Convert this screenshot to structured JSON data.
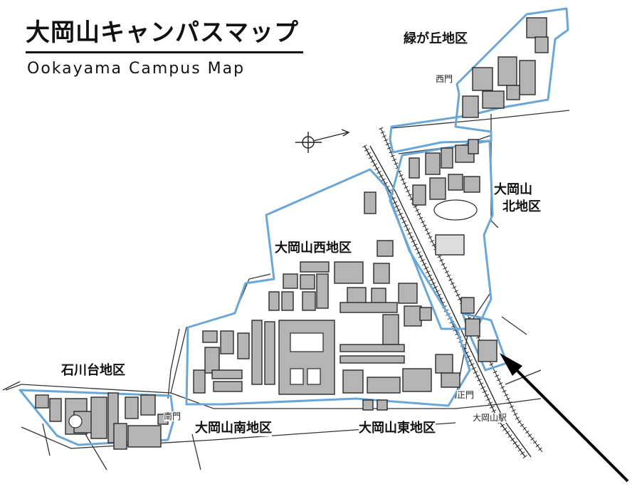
{
  "title": {
    "japanese": "大岡山キャンパスマップ",
    "english": "Ookayama Campus Map"
  },
  "districts": {
    "midorigaoka": "緑が丘地区",
    "north_line1": "大岡山",
    "north_line2": "北地区",
    "west": "大岡山西地区",
    "ishikawadai": "石川台地区",
    "south": "大岡山南地区",
    "east": "大岡山東地区"
  },
  "gates": {
    "west_gate": "西門",
    "south_gate": "南門",
    "main_gate": "正門"
  },
  "station": "大岡山駅",
  "colors": {
    "boundary": "#6aa6d6",
    "building_fill": "#b4b4b4",
    "building_stroke": "#2a2a2a",
    "road": "#333333",
    "arrow": "#000000"
  },
  "icons": {
    "compass": "north-arrow-icon",
    "pointer": "annotation-arrow-icon"
  }
}
